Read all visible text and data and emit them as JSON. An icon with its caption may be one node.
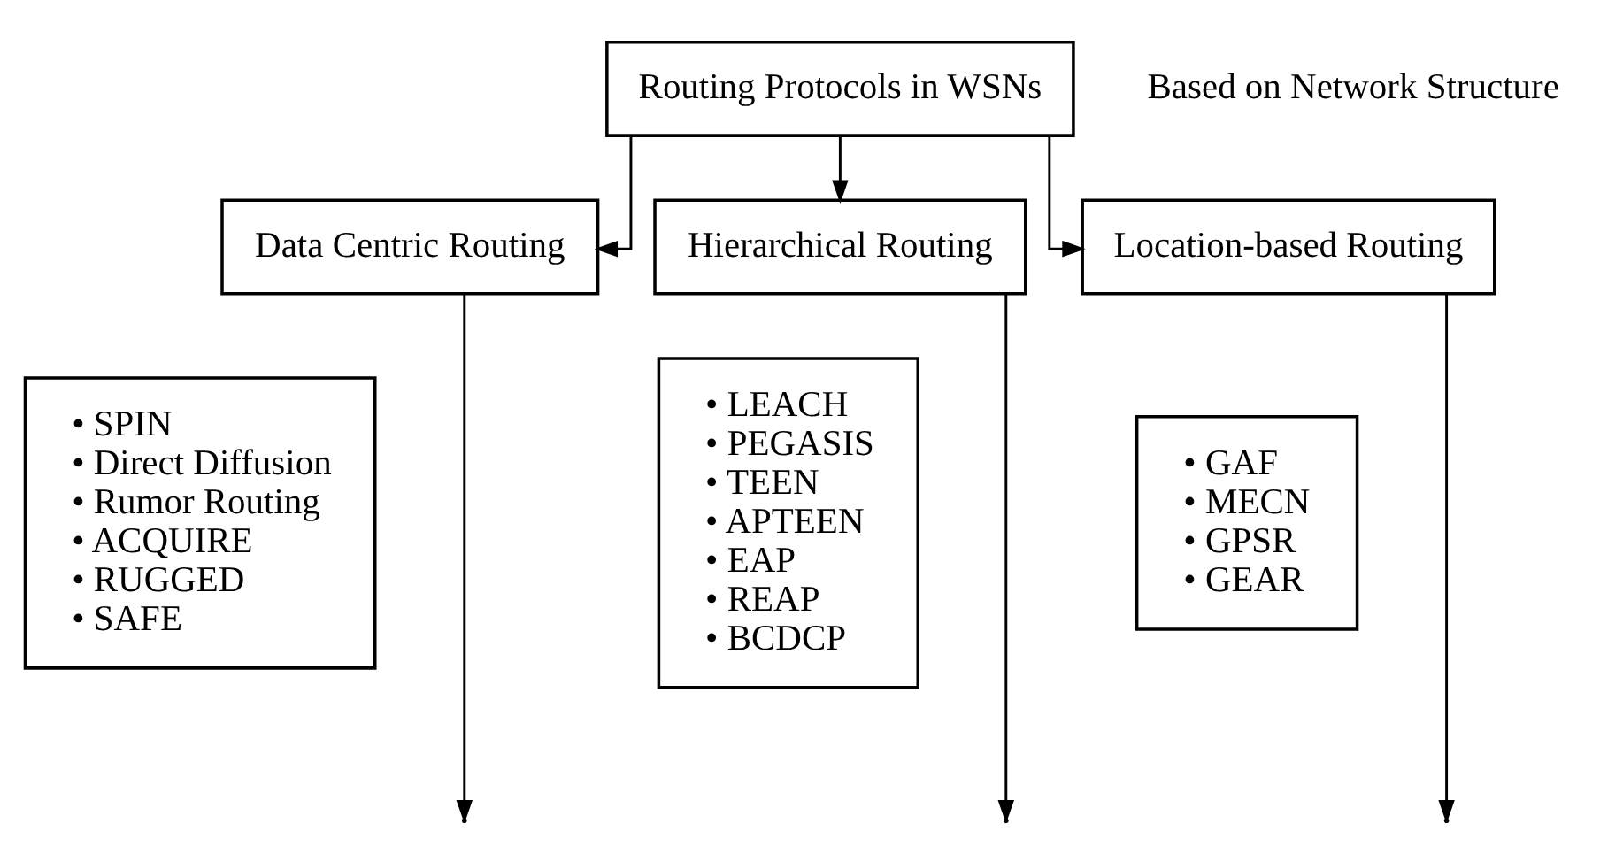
{
  "diagram": {
    "nodes": [
      {
        "text": [
          "Routing Protocols in WSNs"
        ]
      },
      {
        "text": [
          "Data Centric Routing"
        ]
      },
      {
        "text": [
          "• SPIN",
          "• Direct Diffusion",
          "• Rumor Routing",
          "• ACQUIRE",
          "• RUGGED",
          "• SAFE"
        ]
      },
      {
        "text": [
          "Hierarchical Routing"
        ]
      },
      {
        "text": [
          "• LEACH",
          "• PEGASIS",
          "• TEEN",
          "• APTEEN",
          "• EAP",
          "• REAP",
          "• BCDCP"
        ]
      },
      {
        "text": [
          "Location-based Routing"
        ]
      },
      {
        "text": [
          "• GAF",
          "• MECN",
          "• GPSR",
          "• GEAR"
        ]
      }
    ],
    "edges": [
      {
        "from": 0,
        "to": 1,
        "arrow": "to"
      },
      {
        "from": 0,
        "to": 3,
        "arrow": "to"
      },
      {
        "from": 0,
        "to": 5,
        "arrow": "to"
      },
      {
        "from": 1,
        "to": null,
        "arrow": "to"
      },
      {
        "from": 3,
        "to": null,
        "arrow": "to"
      },
      {
        "from": 5,
        "to": null,
        "arrow": "to"
      }
    ],
    "labels": [
      "Based on Network Structure"
    ]
  }
}
